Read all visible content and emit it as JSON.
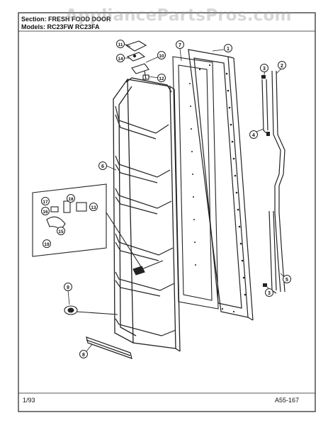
{
  "header": {
    "section_label": "Section: FRESH FOOD DOOR",
    "model_label": "Models: RC23FW RC23FA"
  },
  "footer": {
    "date": "1/93",
    "figure_code": "A55-167"
  },
  "watermark": "AppliancePartsPros.com",
  "callouts": [
    "1",
    "2",
    "3",
    "4",
    "5",
    "6",
    "7",
    "8",
    "9",
    "10",
    "11",
    "12",
    "13",
    "14",
    "15",
    "16",
    "17",
    "18",
    "19"
  ]
}
